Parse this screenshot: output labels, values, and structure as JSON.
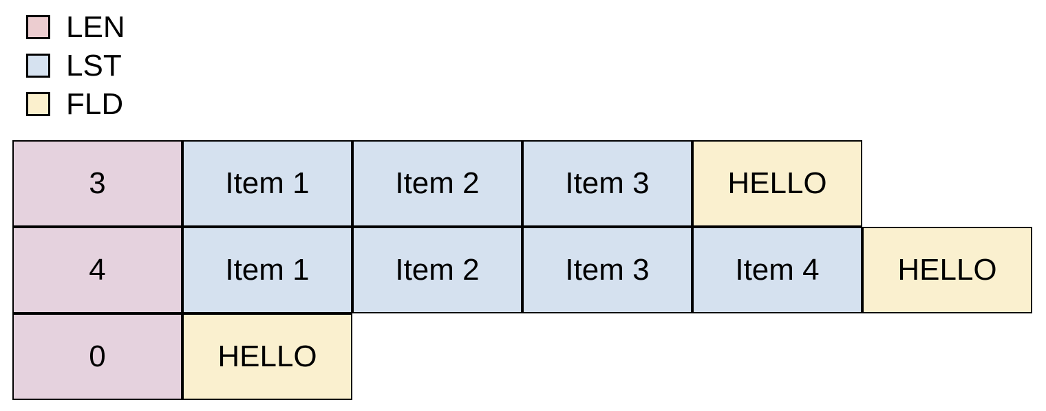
{
  "legend": {
    "items": [
      {
        "label": "LEN",
        "swatch_color": "#eccdd0"
      },
      {
        "label": "LST",
        "swatch_color": "#d6e2f0"
      },
      {
        "label": "FLD",
        "swatch_color": "#fbf0cd"
      }
    ]
  },
  "table": {
    "rows": [
      {
        "cells": [
          {
            "type": "len",
            "text": "3"
          },
          {
            "type": "lst",
            "text": "Item 1"
          },
          {
            "type": "lst",
            "text": "Item 2"
          },
          {
            "type": "lst",
            "text": "Item 3"
          },
          {
            "type": "fld",
            "text": "HELLO"
          }
        ]
      },
      {
        "cells": [
          {
            "type": "len",
            "text": "4"
          },
          {
            "type": "lst",
            "text": "Item 1"
          },
          {
            "type": "lst",
            "text": "Item 2"
          },
          {
            "type": "lst",
            "text": "Item 3"
          },
          {
            "type": "lst",
            "text": "Item 4"
          },
          {
            "type": "fld",
            "text": "HELLO"
          }
        ]
      },
      {
        "cells": [
          {
            "type": "len",
            "text": "0"
          },
          {
            "type": "fld",
            "text": "HELLO"
          }
        ]
      }
    ]
  },
  "colors": {
    "len_cell": "#e5d2de",
    "lst_cell": "#d5e1ef",
    "fld_cell": "#faf0cf",
    "len_swatch": "#eccdd0",
    "lst_swatch": "#d6e2f0",
    "fld_swatch": "#fbf0cd",
    "border": "#000000",
    "background": "#ffffff"
  }
}
